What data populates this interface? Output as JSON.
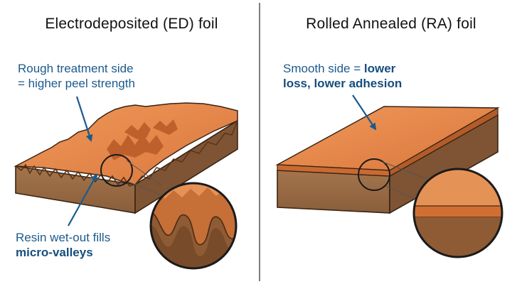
{
  "ed": {
    "title": "Electrodeposited (ED) foil",
    "rough_callout": {
      "line1": "Rough treatment side",
      "line2": "= higher peel strength"
    },
    "resin_callout": {
      "line1": "Resin wet-out fills",
      "line2": "micro-valleys"
    }
  },
  "ra": {
    "title": "Rolled Annealed (RA) foil",
    "smooth_callout": {
      "line1_regular": "Smooth side = ",
      "line1_bold": "lower",
      "line2": "loss, lower adhesion"
    }
  },
  "colors": {
    "copper_light": "#e5864a",
    "copper_dark": "#c96a32",
    "substrate": "#9a6b45",
    "substrate_dark": "#7c5335",
    "callout_blue": "#1c5a8c",
    "outline": "#2a1a10"
  }
}
